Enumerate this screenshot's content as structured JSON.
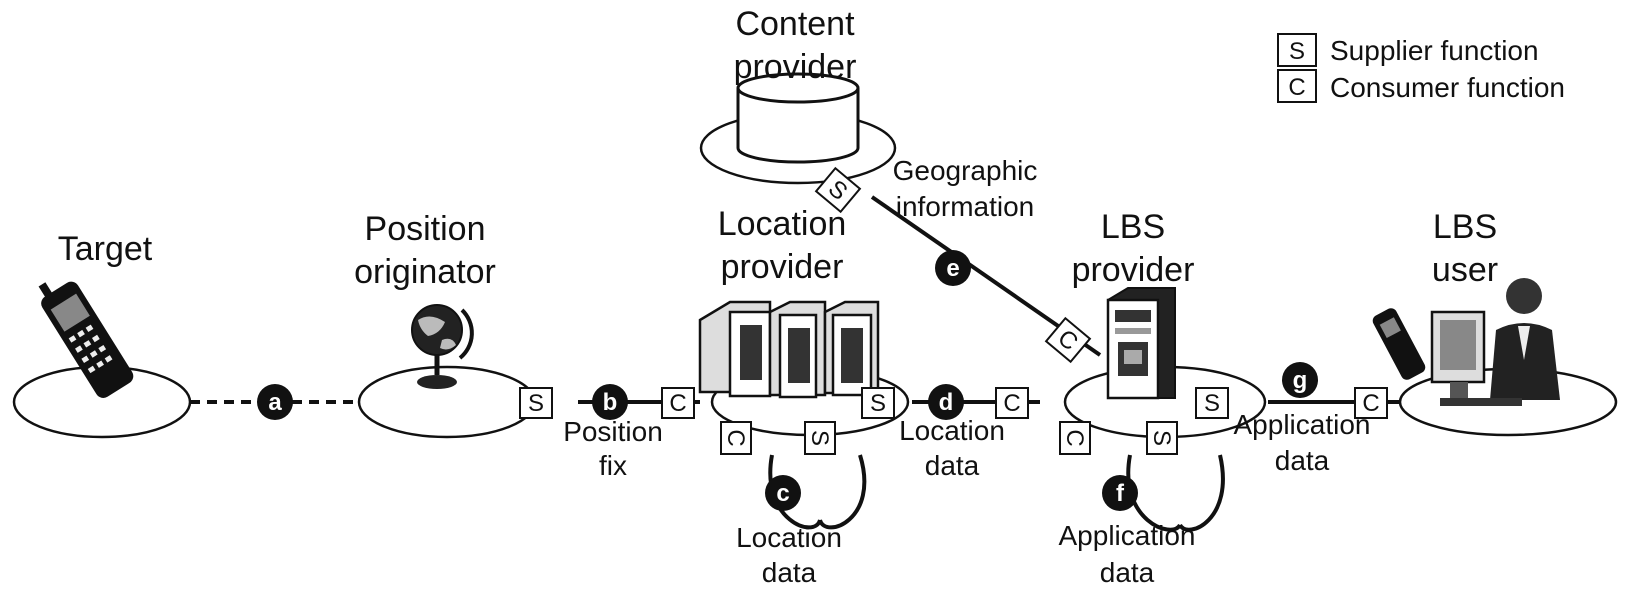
{
  "legend": {
    "supplier_symbol": "S",
    "supplier_label": "Supplier function",
    "consumer_symbol": "C",
    "consumer_label": "Consumer function"
  },
  "entities": {
    "target": "Target",
    "position_originator_1": "Position",
    "position_originator_2": "originator",
    "content_provider_1": "Content",
    "content_provider_2": "provider",
    "location_provider_1": "Location",
    "location_provider_2": "provider",
    "lbs_provider_1": "LBS",
    "lbs_provider_2": "provider",
    "lbs_user_1": "LBS",
    "lbs_user_2": "user"
  },
  "links": {
    "a": "a",
    "b": "b",
    "c": "c",
    "d": "d",
    "e": "e",
    "f": "f",
    "g": "g"
  },
  "flow_labels": {
    "b_1": "Position",
    "b_2": "fix",
    "c_1": "Location",
    "c_2": "data",
    "d_1": "Location",
    "d_2": "data",
    "e_1": "Geographic",
    "e_2": "information",
    "f_1": "Application",
    "f_2": "data",
    "g_1": "Application",
    "g_2": "data"
  },
  "ports": {
    "s": "S",
    "c": "C"
  }
}
